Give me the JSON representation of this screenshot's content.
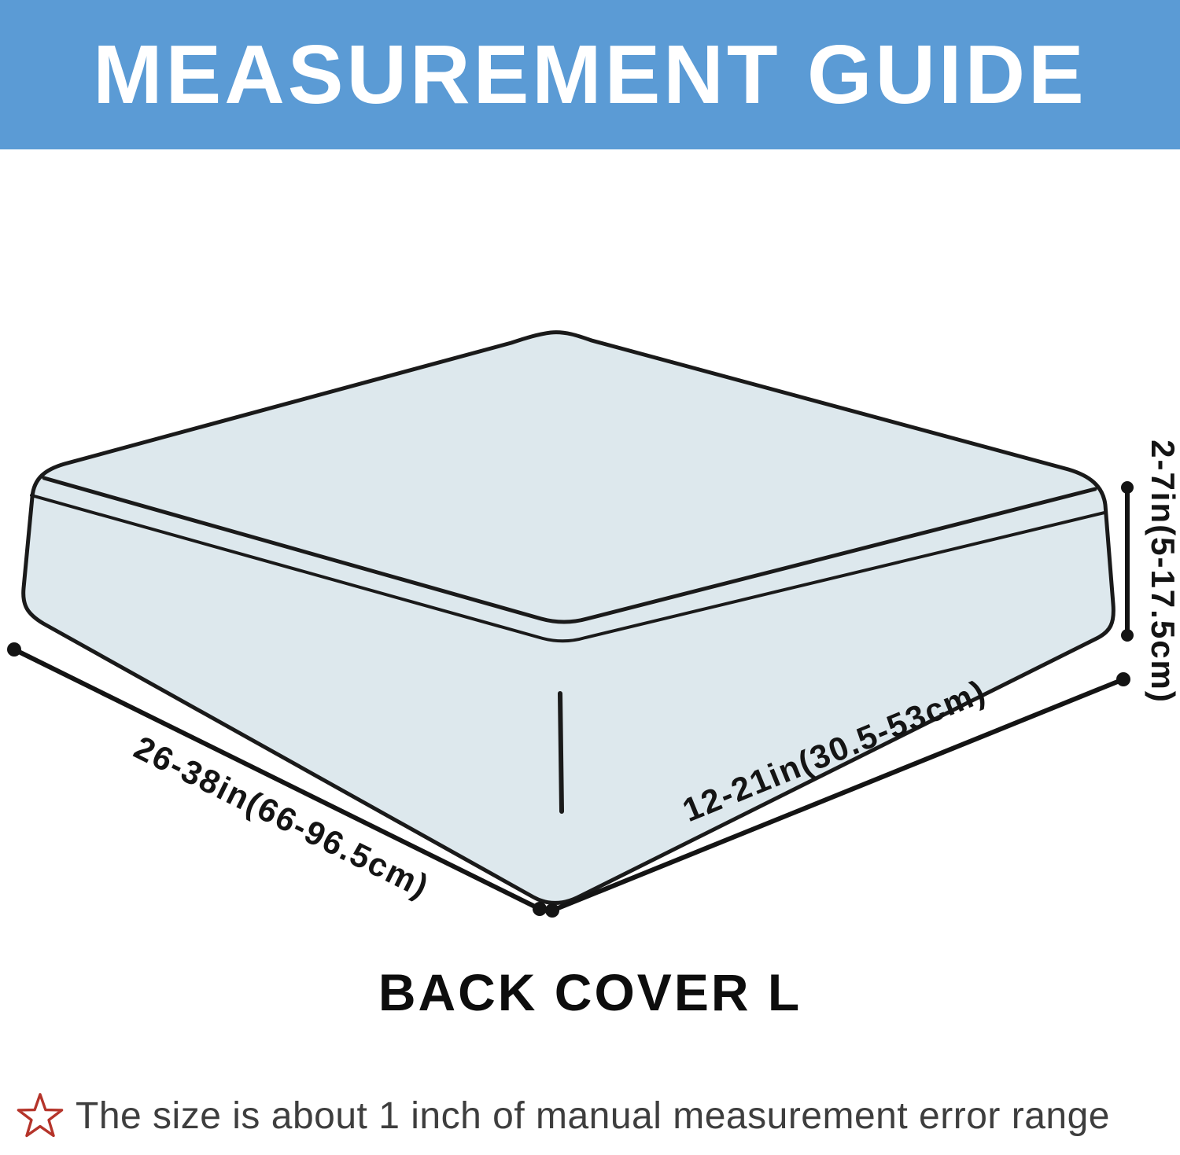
{
  "banner": {
    "title": "MEASUREMENT GUIDE"
  },
  "product": {
    "name": "BACK COVER L"
  },
  "dimensions": {
    "height": "2-7in(5-17.5cm)",
    "width": "26-38in(66-96.5cm)",
    "depth": "12-21in(30.5-53cm)"
  },
  "note": {
    "text": "The size is about 1 inch of manual measurement error range"
  },
  "icons": {
    "star": "star-outline"
  },
  "colors": {
    "banner_bg": "#5b9bd5",
    "banner_text": "#ffffff",
    "cushion_fill": "#dde8ed",
    "outline": "#1a1a1a",
    "label_text": "#0d0d0d",
    "note_text": "#3e3e3e",
    "star": "#b5342a"
  }
}
